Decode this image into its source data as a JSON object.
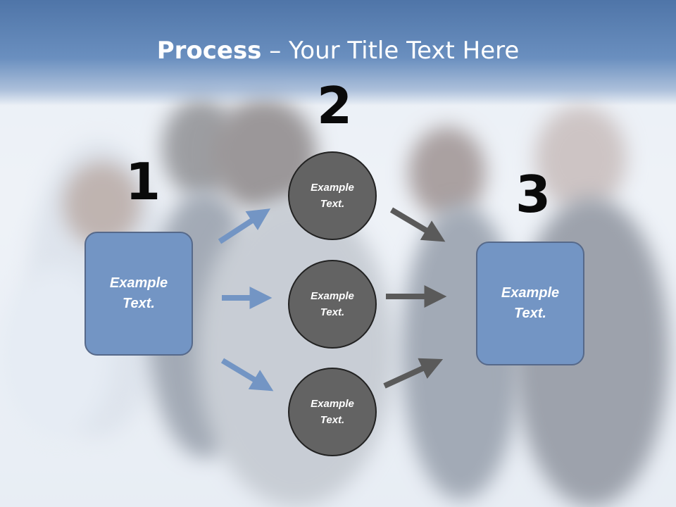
{
  "slide": {
    "title_bold": "Process",
    "title_rest": " – Your Title Text Here"
  },
  "steps": {
    "one": "1",
    "two": "2",
    "three": "3"
  },
  "left_box": {
    "label": "Example Text."
  },
  "right_box": {
    "label": "Example Text."
  },
  "circles": [
    {
      "label": "Example Text."
    },
    {
      "label": "Example Text."
    },
    {
      "label": "Example Text."
    }
  ],
  "colors": {
    "title_band": "#5d82b4",
    "box_fill": "#7395c4",
    "circle_fill": "#636363",
    "arrow_blue": "#7395c4",
    "arrow_gray": "#5a5a5a"
  }
}
